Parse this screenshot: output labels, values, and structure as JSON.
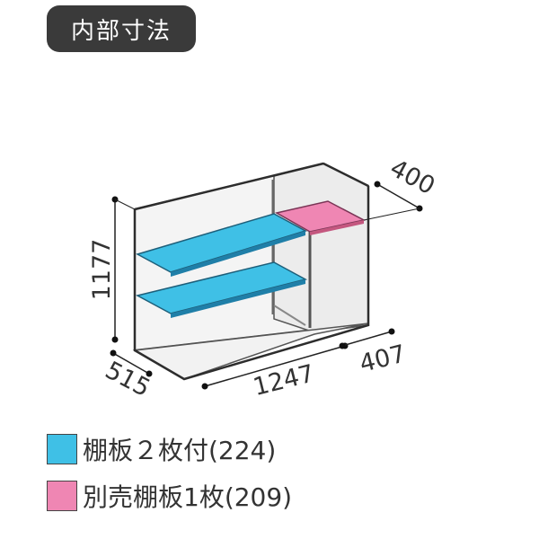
{
  "title": "内部寸法",
  "dimensions": {
    "height": "1177",
    "depth": "515",
    "width": "1247",
    "shelf_depth": "400",
    "extra_width": "407"
  },
  "legend": [
    {
      "label": "棚板２枚付(224)",
      "color": "#3fc0e6"
    },
    {
      "label": "別売棚板1枚(209)",
      "color": "#ef86b3"
    }
  ],
  "colors": {
    "badge": "#3a3a3a",
    "frame": "#3a3a3a",
    "panel": "#f6f6f6"
  }
}
